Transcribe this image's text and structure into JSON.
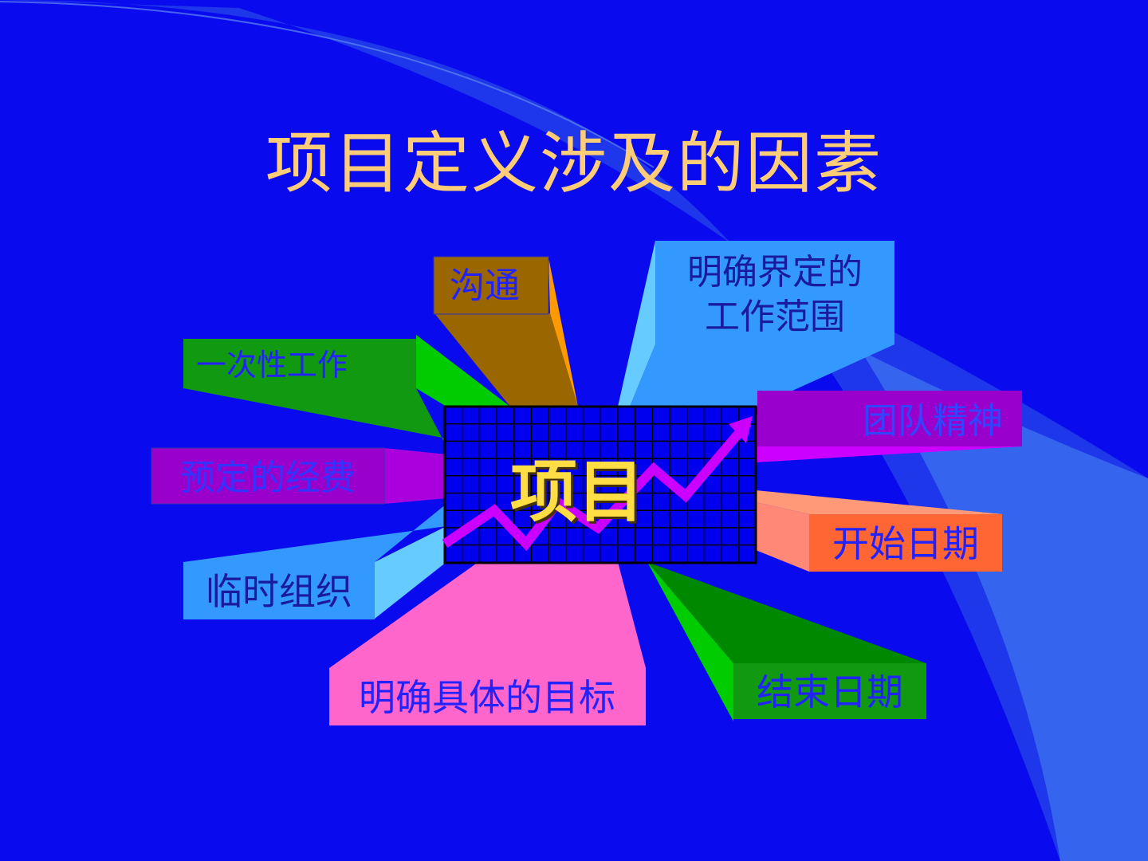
{
  "slide": {
    "title": "项目定义涉及的因素",
    "center": "项目",
    "colors": {
      "background": "#0a0aef",
      "title": "#ffcc77",
      "center_text": "#ffdd44",
      "arrow": "#cc00ff"
    },
    "factors": [
      {
        "id": "goutong",
        "text": "沟通",
        "color": "#996600",
        "side": "#ff9900",
        "text_color": "#2222ff"
      },
      {
        "id": "scope",
        "lines": [
          "明确界定的",
          "工作范围"
        ],
        "color": "#3399ff",
        "side": "#66ccff",
        "text_color": "#1a1aa0"
      },
      {
        "id": "once",
        "text": "一次性工作",
        "color": "#119911",
        "side": "#00cc00",
        "text_color": "#2222ff"
      },
      {
        "id": "team",
        "text": "团队精神",
        "color": "#9900cc",
        "side": "#cc00ff",
        "text_color": "#3344ff"
      },
      {
        "id": "budget",
        "text": "预定的经费",
        "color": "#9900cc",
        "side": "#aa00dd",
        "text_color": "#3333ff"
      },
      {
        "id": "start",
        "text": "开始日期",
        "color": "#ff6633",
        "side": "#ff8877",
        "text_color": "#2222ff"
      },
      {
        "id": "temp",
        "text": "临时组织",
        "color": "#3399ff",
        "side": "#66ccff",
        "text_color": "#1a1aa0"
      },
      {
        "id": "goal",
        "text": "明确具体的目标",
        "color": "#ff66cc",
        "side": "#ff66cc",
        "text_color": "#2222ff"
      },
      {
        "id": "end",
        "text": "结束日期",
        "color": "#119911",
        "side": "#00cc00",
        "text_color": "#2222ff"
      }
    ]
  }
}
